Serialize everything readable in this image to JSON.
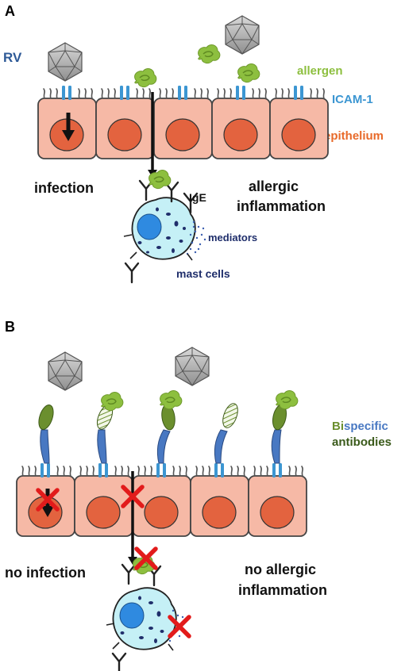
{
  "panel_a": {
    "letter": "A",
    "labels": {
      "rv": "RV",
      "allergen": "allergen",
      "icam": "ICAM-1",
      "epithelium": "epithelium",
      "infection": "infection",
      "allergic_line1": "allergic",
      "allergic_line2": "inflammation",
      "ige": "IgE",
      "mediators": "mediators",
      "mast_cells": "mast cells"
    }
  },
  "panel_b": {
    "letter": "B",
    "labels": {
      "bispecific_part1": "Bi",
      "bispecific_part2": "specific",
      "antibodies": "antibodies",
      "no_infection": "no infection",
      "no_allergic_line1": "no allergic",
      "no_allergic_line2": "inflammation"
    }
  },
  "colors": {
    "rv_blue": "#2e5a97",
    "allergen_green": "#8dbf3f",
    "icam_blue": "#3c96d2",
    "epithelium_orange": "#e86a2a",
    "cell_fill": "#f6b9a6",
    "nucleus_fill": "#e3633f",
    "mast_fill": "#c5f0f6",
    "mast_nucleus": "#2f8ae0",
    "granule": "#1f2e6b",
    "navy_text": "#1f2e6b",
    "antibody_blue": "#4878c2",
    "antibody_green": "#6b8f2e",
    "cross_red": "#e21b1b"
  }
}
